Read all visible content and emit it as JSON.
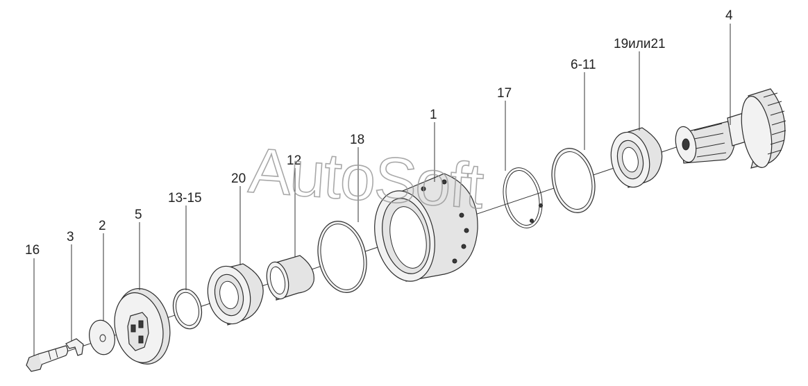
{
  "diagram": {
    "callouts": {
      "c16": "16",
      "c3": "3",
      "c2": "2",
      "c5": "5",
      "c13_15": "13-15",
      "c20": "20",
      "c12": "12",
      "c18": "18",
      "c1": "1",
      "c17": "17",
      "c6_11": "6-11",
      "c19_21": "19или21",
      "c4": "4"
    },
    "watermark": "AutoSoft"
  }
}
